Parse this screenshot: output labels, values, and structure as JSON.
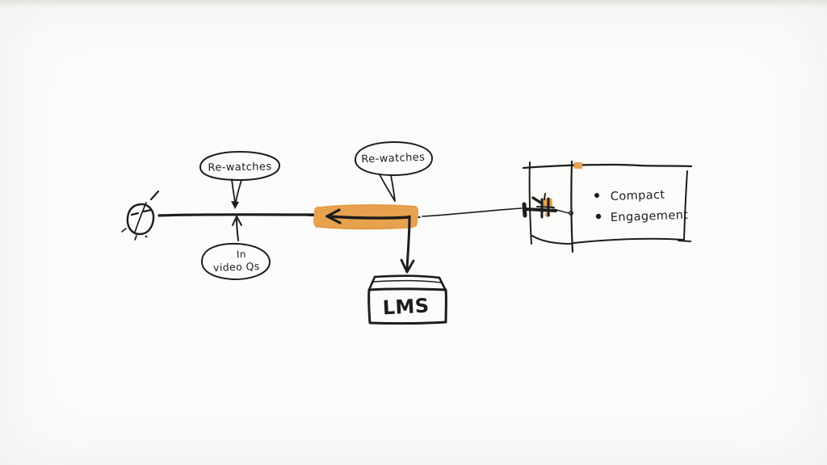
{
  "colors": {
    "paper": "#fbfbf9",
    "ink": "#1d1d1b",
    "highlight_orange": "#e8a14e"
  },
  "icons": {
    "left_actor": "clock-face-icon",
    "panel_marker": "video-camera-icon",
    "bullet": "dot-icon"
  },
  "bubbles": {
    "left": {
      "label": "Re-watches"
    },
    "right": {
      "label": "Re-watches"
    }
  },
  "note": {
    "line1": "In",
    "line2": "video Qs"
  },
  "lms": {
    "label": "LMS"
  },
  "panel": {
    "items": [
      {
        "label": "Compact"
      },
      {
        "label": "Engagement"
      }
    ]
  }
}
